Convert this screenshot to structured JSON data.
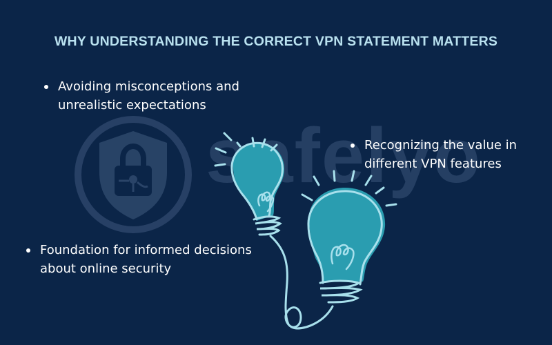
{
  "title": "WHY UNDERSTANDING THE CORRECT VPN STATEMENT MATTERS",
  "bullets": [
    {
      "line1": "Avoiding misconceptions and",
      "line2": "unrealistic expectations"
    },
    {
      "line1": "Recognizing the value in",
      "line2": "different VPN features"
    },
    {
      "line1": "Foundation for informed decisions",
      "line2": "about online security"
    }
  ],
  "watermark": {
    "brand": "safelyo",
    "logo_icon": "shield-lock-icon"
  },
  "illustration": {
    "icon": "lightbulb-icon",
    "count": 2
  },
  "colors": {
    "background": "#0b2548",
    "title": "#b9e1ef",
    "text": "#ffffff",
    "bulb_fill": "#2a9db0",
    "bulb_outline": "#a8e0ec",
    "watermark": "#2a4468"
  }
}
